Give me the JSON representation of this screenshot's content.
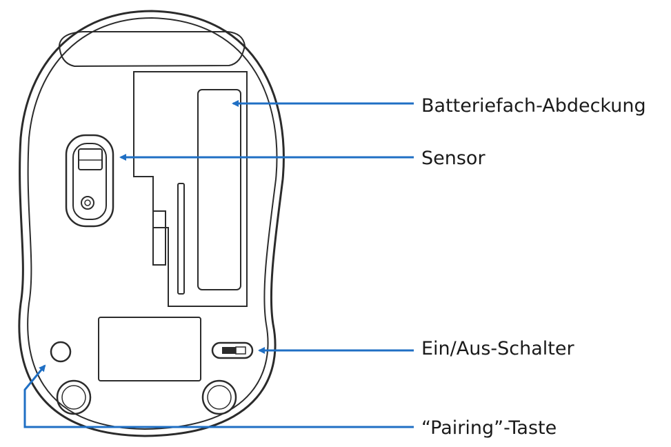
{
  "callouts": {
    "battery_cover": "Batteriefach-Abdeckung",
    "sensor": "Sensor",
    "power_switch": "Ein/Aus-Schalter",
    "pairing_button": "“Pairing”-Taste"
  },
  "colors": {
    "arrow": "#1f6fc4",
    "outline": "#2b2b2b",
    "text": "#1a1a1a"
  }
}
